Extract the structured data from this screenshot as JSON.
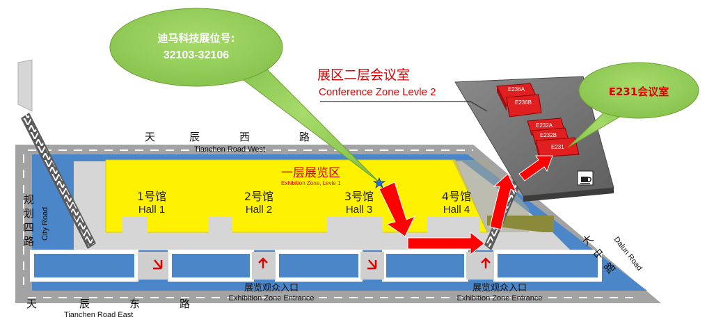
{
  "callouts": {
    "booth_title": "迪马科技展位号:",
    "booth_numbers": "32103-32106",
    "room": "E231会议室"
  },
  "roads": {
    "west_chars": [
      "天",
      "辰",
      "西",
      "路"
    ],
    "west_en": "Tianchen Road West",
    "east_chars": [
      "天",
      "辰",
      "东",
      "路"
    ],
    "east_en": "Tianchen Road East",
    "city_chars": [
      "规",
      "划",
      "四",
      "路"
    ],
    "city_en": "City Road",
    "dalun_chars": [
      "大",
      "中",
      "路"
    ],
    "dalun_en": "Dalun Road"
  },
  "zones": {
    "level2_cn": "展区二层会议室",
    "level2_en": "Conference Zone Levle 2",
    "level1_cn": "一层展览区",
    "level1_en": "Exhibition Zone, Levle 1",
    "entrance_cn": "展览观众入口",
    "entrance_en": "Exhibition Zone Entrance"
  },
  "halls": [
    {
      "cn": "1号馆",
      "en": "Hall 1"
    },
    {
      "cn": "2号馆",
      "en": "Hall 2"
    },
    {
      "cn": "3号馆",
      "en": "Hall 3"
    },
    {
      "cn": "4号馆",
      "en": "Hall 4"
    }
  ],
  "rooms": [
    "E236A",
    "E236B",
    "E232A",
    "E232B",
    "E231"
  ],
  "icons": {
    "location": "star-marker-icon",
    "cafe": "coffee-cup-icon"
  },
  "colors": {
    "road": "#9e9e9e",
    "water": "#4a86c8",
    "plaza": "#d8d8d8",
    "hall": "#fff200",
    "arrow": "#ff0000",
    "callout": "#92d050",
    "deck": "#6d6d6d",
    "room": "#e02020",
    "text_red": "#e00000"
  }
}
